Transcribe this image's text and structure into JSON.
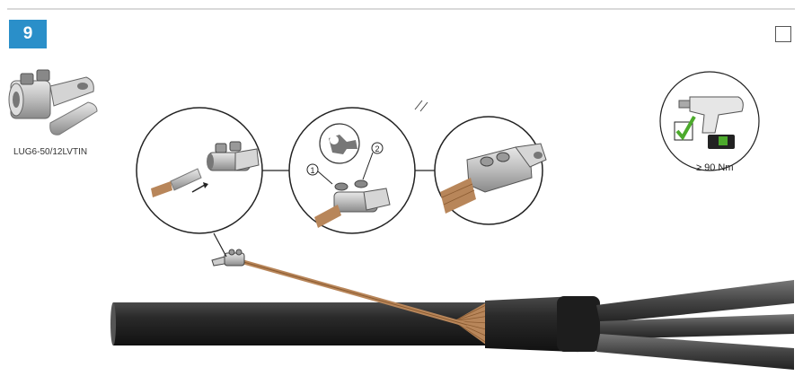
{
  "step": {
    "number": "9"
  },
  "part": {
    "code": "LUG6-50/12LVTIN"
  },
  "torque": {
    "label": "≥ 90 Nm"
  },
  "callouts": {
    "one": "1",
    "two": "2"
  },
  "icons": {
    "lug": "cable-lug-icon",
    "wrench": "wrench-icon",
    "drill": "impact-driver-icon",
    "check": "checkmark-icon"
  },
  "colors": {
    "accent": "#2a8fc9",
    "copper": "#b8865a",
    "check": "#4caa2c"
  }
}
